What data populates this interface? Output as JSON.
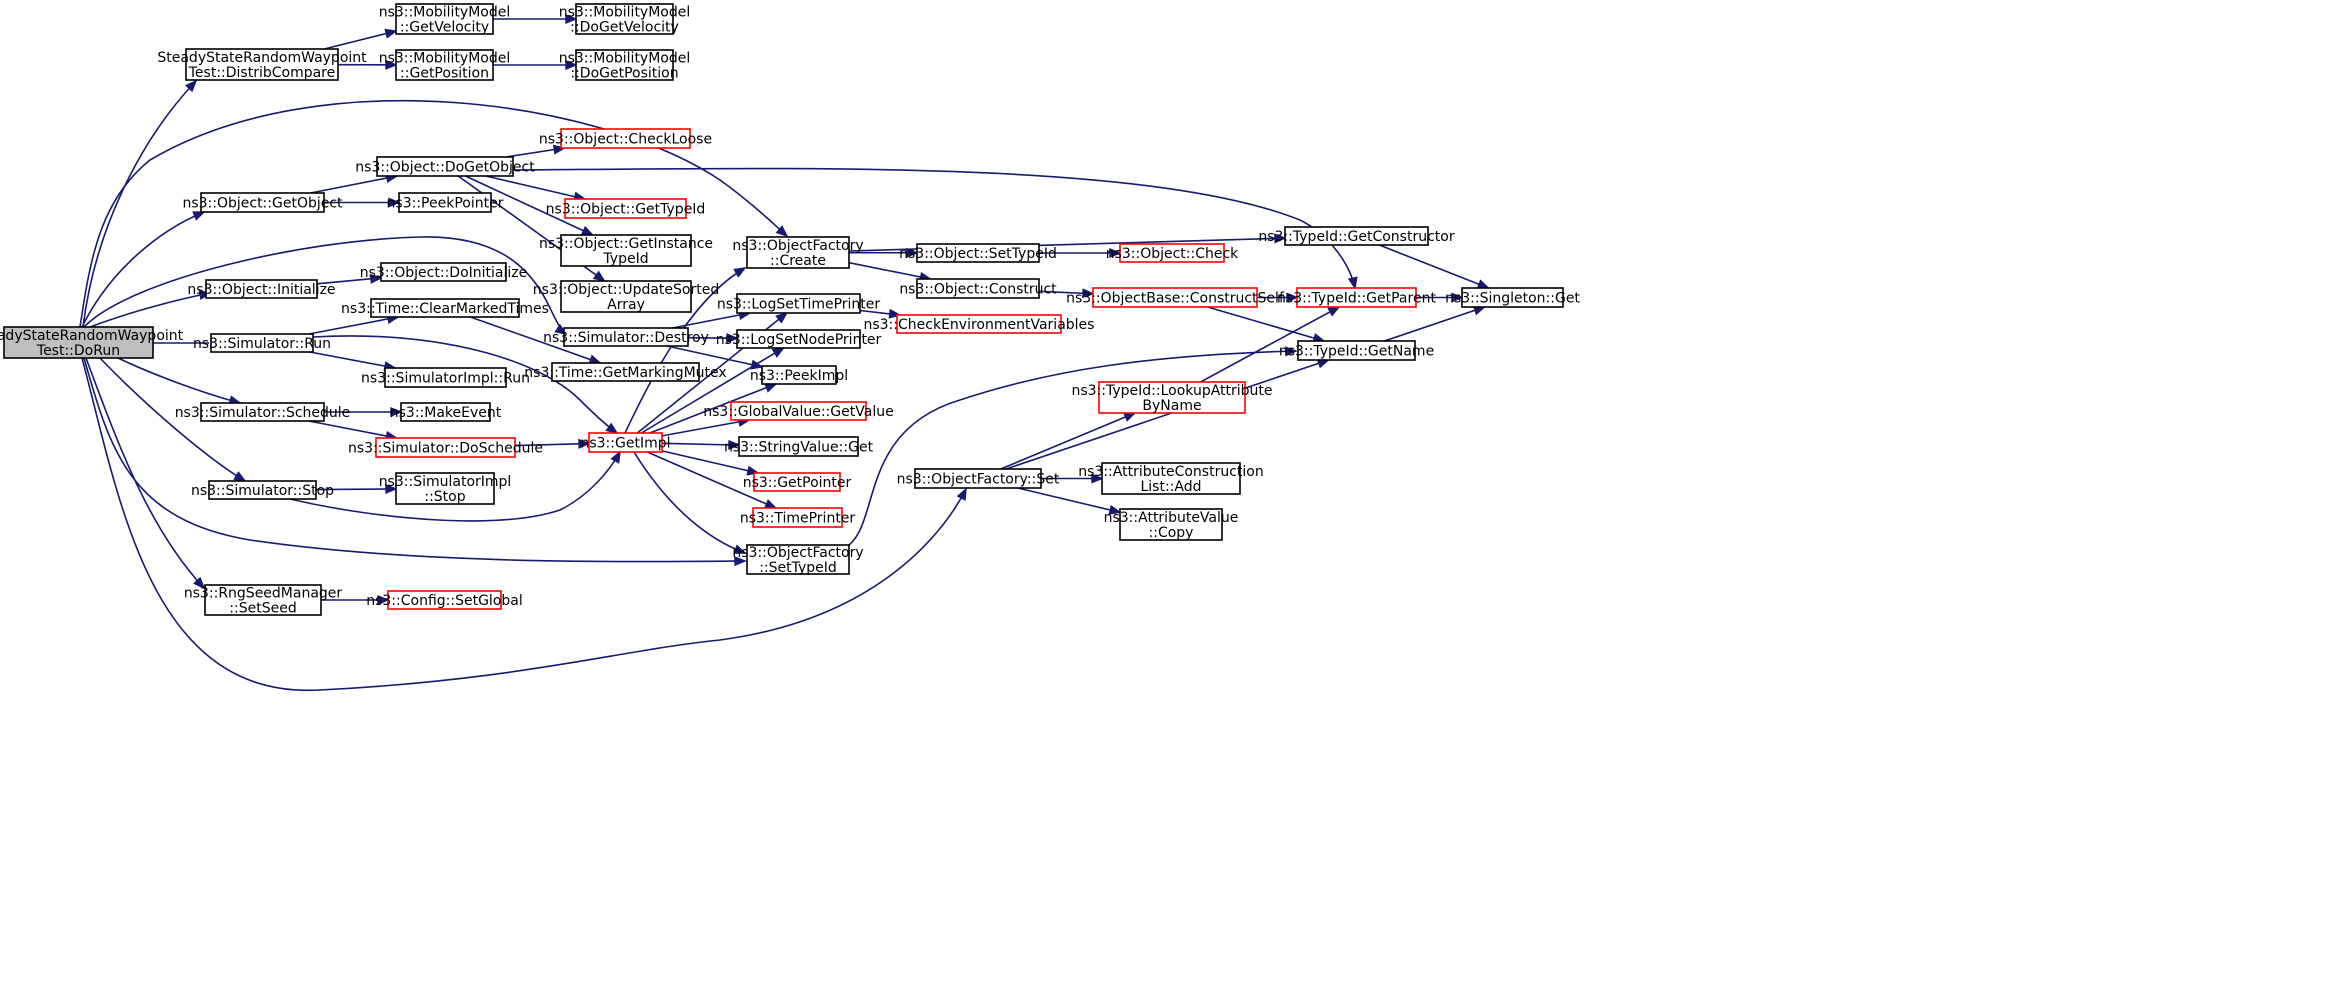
{
  "colors": {
    "edge": "#191970",
    "node_border": "#000000",
    "node_border_truncated": "#ff0000",
    "root_fill": "#bfbfbf",
    "node_fill": "#ffffff"
  },
  "nodes": [
    {
      "id": "root",
      "lines": [
        "SteadyStateRandomWaypoint",
        "Test::DoRun"
      ],
      "style": "root"
    },
    {
      "id": "distrib",
      "lines": [
        "SteadyStateRandomWaypoint",
        "Test::DistribCompare"
      ],
      "style": "normal"
    },
    {
      "id": "getvel",
      "lines": [
        "ns3::MobilityModel",
        "::GetVelocity"
      ],
      "style": "normal"
    },
    {
      "id": "dogetvel",
      "lines": [
        "ns3::MobilityModel",
        "::DoGetVelocity"
      ],
      "style": "normal"
    },
    {
      "id": "getpos",
      "lines": [
        "ns3::MobilityModel",
        "::GetPosition"
      ],
      "style": "normal"
    },
    {
      "id": "dogetpos",
      "lines": [
        "ns3::MobilityModel",
        "::DoGetPosition"
      ],
      "style": "normal"
    },
    {
      "id": "dogetobj",
      "lines": [
        "ns3::Object::DoGetObject"
      ],
      "style": "normal"
    },
    {
      "id": "checkloose",
      "lines": [
        "ns3::Object::CheckLoose"
      ],
      "style": "red"
    },
    {
      "id": "getobj",
      "lines": [
        "ns3::Object::GetObject"
      ],
      "style": "normal"
    },
    {
      "id": "peekptr",
      "lines": [
        "ns3::PeekPointer"
      ],
      "style": "normal"
    },
    {
      "id": "gettypeid",
      "lines": [
        "ns3::Object::GetTypeId"
      ],
      "style": "red"
    },
    {
      "id": "getinst",
      "lines": [
        "ns3::Object::GetInstance",
        "TypeId"
      ],
      "style": "normal"
    },
    {
      "id": "updsorted",
      "lines": [
        "ns3::Object::UpdateSorted",
        "Array"
      ],
      "style": "normal"
    },
    {
      "id": "objcreate",
      "lines": [
        "ns3::ObjectFactory",
        "::Create"
      ],
      "style": "normal"
    },
    {
      "id": "init",
      "lines": [
        "ns3::Object::Initialize"
      ],
      "style": "normal"
    },
    {
      "id": "doinit",
      "lines": [
        "ns3::Object::DoInitialize"
      ],
      "style": "normal"
    },
    {
      "id": "clearmarked",
      "lines": [
        "ns3::Time::ClearMarkedTimes"
      ],
      "style": "normal"
    },
    {
      "id": "simrun",
      "lines": [
        "ns3::Simulator::Run"
      ],
      "style": "normal"
    },
    {
      "id": "simdestroy",
      "lines": [
        "ns3::Simulator::Destroy"
      ],
      "style": "normal"
    },
    {
      "id": "simimplrun",
      "lines": [
        "ns3::SimulatorImpl::Run"
      ],
      "style": "normal"
    },
    {
      "id": "getmarking",
      "lines": [
        "ns3::Time::GetMarkingMutex"
      ],
      "style": "normal"
    },
    {
      "id": "logtime",
      "lines": [
        "ns3::LogSetTimePrinter"
      ],
      "style": "normal"
    },
    {
      "id": "lognode",
      "lines": [
        "ns3::LogSetNodePrinter"
      ],
      "style": "normal"
    },
    {
      "id": "peekimpl",
      "lines": [
        "ns3::PeekImpl"
      ],
      "style": "normal"
    },
    {
      "id": "schedule",
      "lines": [
        "ns3::Simulator::Schedule"
      ],
      "style": "normal"
    },
    {
      "id": "makeevent",
      "lines": [
        "ns3::MakeEvent"
      ],
      "style": "normal"
    },
    {
      "id": "doschedule",
      "lines": [
        "ns3::Simulator::DoSchedule"
      ],
      "style": "red"
    },
    {
      "id": "getimpl",
      "lines": [
        "ns3::GetImpl"
      ],
      "style": "red"
    },
    {
      "id": "gvgetvalue",
      "lines": [
        "ns3::GlobalValue::GetValue"
      ],
      "style": "red"
    },
    {
      "id": "strget",
      "lines": [
        "ns3::StringValue::Get"
      ],
      "style": "normal"
    },
    {
      "id": "getpointer",
      "lines": [
        "ns3::GetPointer"
      ],
      "style": "red"
    },
    {
      "id": "timeprinter",
      "lines": [
        "ns3::TimePrinter"
      ],
      "style": "red"
    },
    {
      "id": "simstop",
      "lines": [
        "ns3::Simulator::Stop"
      ],
      "style": "normal"
    },
    {
      "id": "simimplstop",
      "lines": [
        "ns3::SimulatorImpl",
        "::Stop"
      ],
      "style": "normal"
    },
    {
      "id": "settypeid_of",
      "lines": [
        "ns3::ObjectFactory",
        "::SetTypeId"
      ],
      "style": "normal"
    },
    {
      "id": "rngseed",
      "lines": [
        "ns3::RngSeedManager",
        "::SetSeed"
      ],
      "style": "normal"
    },
    {
      "id": "cfgglobal",
      "lines": [
        "ns3::Config::SetGlobal"
      ],
      "style": "red"
    },
    {
      "id": "objsettypeid",
      "lines": [
        "ns3::Object::SetTypeId"
      ],
      "style": "normal"
    },
    {
      "id": "objcheck",
      "lines": [
        "ns3::Object::Check"
      ],
      "style": "red"
    },
    {
      "id": "objconstruct",
      "lines": [
        "ns3::Object::Construct"
      ],
      "style": "normal"
    },
    {
      "id": "constructself",
      "lines": [
        "ns3::ObjectBase::ConstructSelf"
      ],
      "style": "red"
    },
    {
      "id": "checkenv",
      "lines": [
        "ns3::CheckEnvironmentVariables"
      ],
      "style": "red"
    },
    {
      "id": "getctor",
      "lines": [
        "ns3::TypeId::GetConstructor"
      ],
      "style": "normal"
    },
    {
      "id": "getparent",
      "lines": [
        "ns3::TypeId::GetParent"
      ],
      "style": "red"
    },
    {
      "id": "singleton",
      "lines": [
        "ns3::Singleton::Get"
      ],
      "style": "normal"
    },
    {
      "id": "getname",
      "lines": [
        "ns3::TypeId::GetName"
      ],
      "style": "normal"
    },
    {
      "id": "lookupattr",
      "lines": [
        "ns3::TypeId::LookupAttribute",
        "ByName"
      ],
      "style": "red"
    },
    {
      "id": "ofset",
      "lines": [
        "ns3::ObjectFactory::Set"
      ],
      "style": "normal"
    },
    {
      "id": "attrlistadd",
      "lines": [
        "ns3::AttributeConstruction",
        "List::Add"
      ],
      "style": "normal"
    },
    {
      "id": "attrcopy",
      "lines": [
        "ns3::AttributeValue",
        "::Copy"
      ],
      "style": "normal"
    }
  ],
  "edges": [
    [
      "root",
      "distrib"
    ],
    [
      "root",
      "objcreate"
    ],
    [
      "root",
      "getobj"
    ],
    [
      "root",
      "simdestroy"
    ],
    [
      "root",
      "init"
    ],
    [
      "root",
      "simrun"
    ],
    [
      "root",
      "schedule"
    ],
    [
      "root",
      "simstop"
    ],
    [
      "root",
      "settypeid_of"
    ],
    [
      "root",
      "rngseed"
    ],
    [
      "root",
      "ofset"
    ],
    [
      "distrib",
      "getvel"
    ],
    [
      "distrib",
      "getpos"
    ],
    [
      "getvel",
      "dogetvel"
    ],
    [
      "getpos",
      "dogetpos"
    ],
    [
      "getobj",
      "dogetobj"
    ],
    [
      "getobj",
      "peekptr"
    ],
    [
      "dogetobj",
      "checkloose"
    ],
    [
      "dogetobj",
      "gettypeid"
    ],
    [
      "dogetobj",
      "getinst"
    ],
    [
      "dogetobj",
      "updsorted"
    ],
    [
      "dogetobj",
      "getparent"
    ],
    [
      "init",
      "doinit"
    ],
    [
      "simrun",
      "clearmarked"
    ],
    [
      "simrun",
      "simimplrun"
    ],
    [
      "simrun",
      "getimpl"
    ],
    [
      "clearmarked",
      "getmarking"
    ],
    [
      "simdestroy",
      "logtime"
    ],
    [
      "simdestroy",
      "lognode"
    ],
    [
      "simdestroy",
      "peekimpl"
    ],
    [
      "schedule",
      "makeevent"
    ],
    [
      "schedule",
      "doschedule"
    ],
    [
      "doschedule",
      "getimpl"
    ],
    [
      "simstop",
      "simimplstop"
    ],
    [
      "simstop",
      "getimpl"
    ],
    [
      "rngseed",
      "cfgglobal"
    ],
    [
      "getimpl",
      "objcreate"
    ],
    [
      "getimpl",
      "logtime"
    ],
    [
      "getimpl",
      "lognode"
    ],
    [
      "getimpl",
      "peekimpl"
    ],
    [
      "getimpl",
      "gvgetvalue"
    ],
    [
      "getimpl",
      "strget"
    ],
    [
      "getimpl",
      "getpointer"
    ],
    [
      "getimpl",
      "timeprinter"
    ],
    [
      "getimpl",
      "settypeid_of"
    ],
    [
      "objcreate",
      "objsettypeid"
    ],
    [
      "objcreate",
      "objconstruct"
    ],
    [
      "objcreate",
      "getctor"
    ],
    [
      "objsettypeid",
      "objcheck"
    ],
    [
      "objconstruct",
      "constructself"
    ],
    [
      "logtime",
      "checkenv"
    ],
    [
      "constructself",
      "getparent"
    ],
    [
      "constructself",
      "getname"
    ],
    [
      "getctor",
      "singleton"
    ],
    [
      "getparent",
      "singleton"
    ],
    [
      "getname",
      "singleton"
    ],
    [
      "settypeid_of",
      "getname"
    ],
    [
      "ofset",
      "lookupattr"
    ],
    [
      "ofset",
      "getname"
    ],
    [
      "ofset",
      "attrlistadd"
    ],
    [
      "ofset",
      "attrcopy"
    ],
    [
      "lookupattr",
      "getparent"
    ]
  ]
}
